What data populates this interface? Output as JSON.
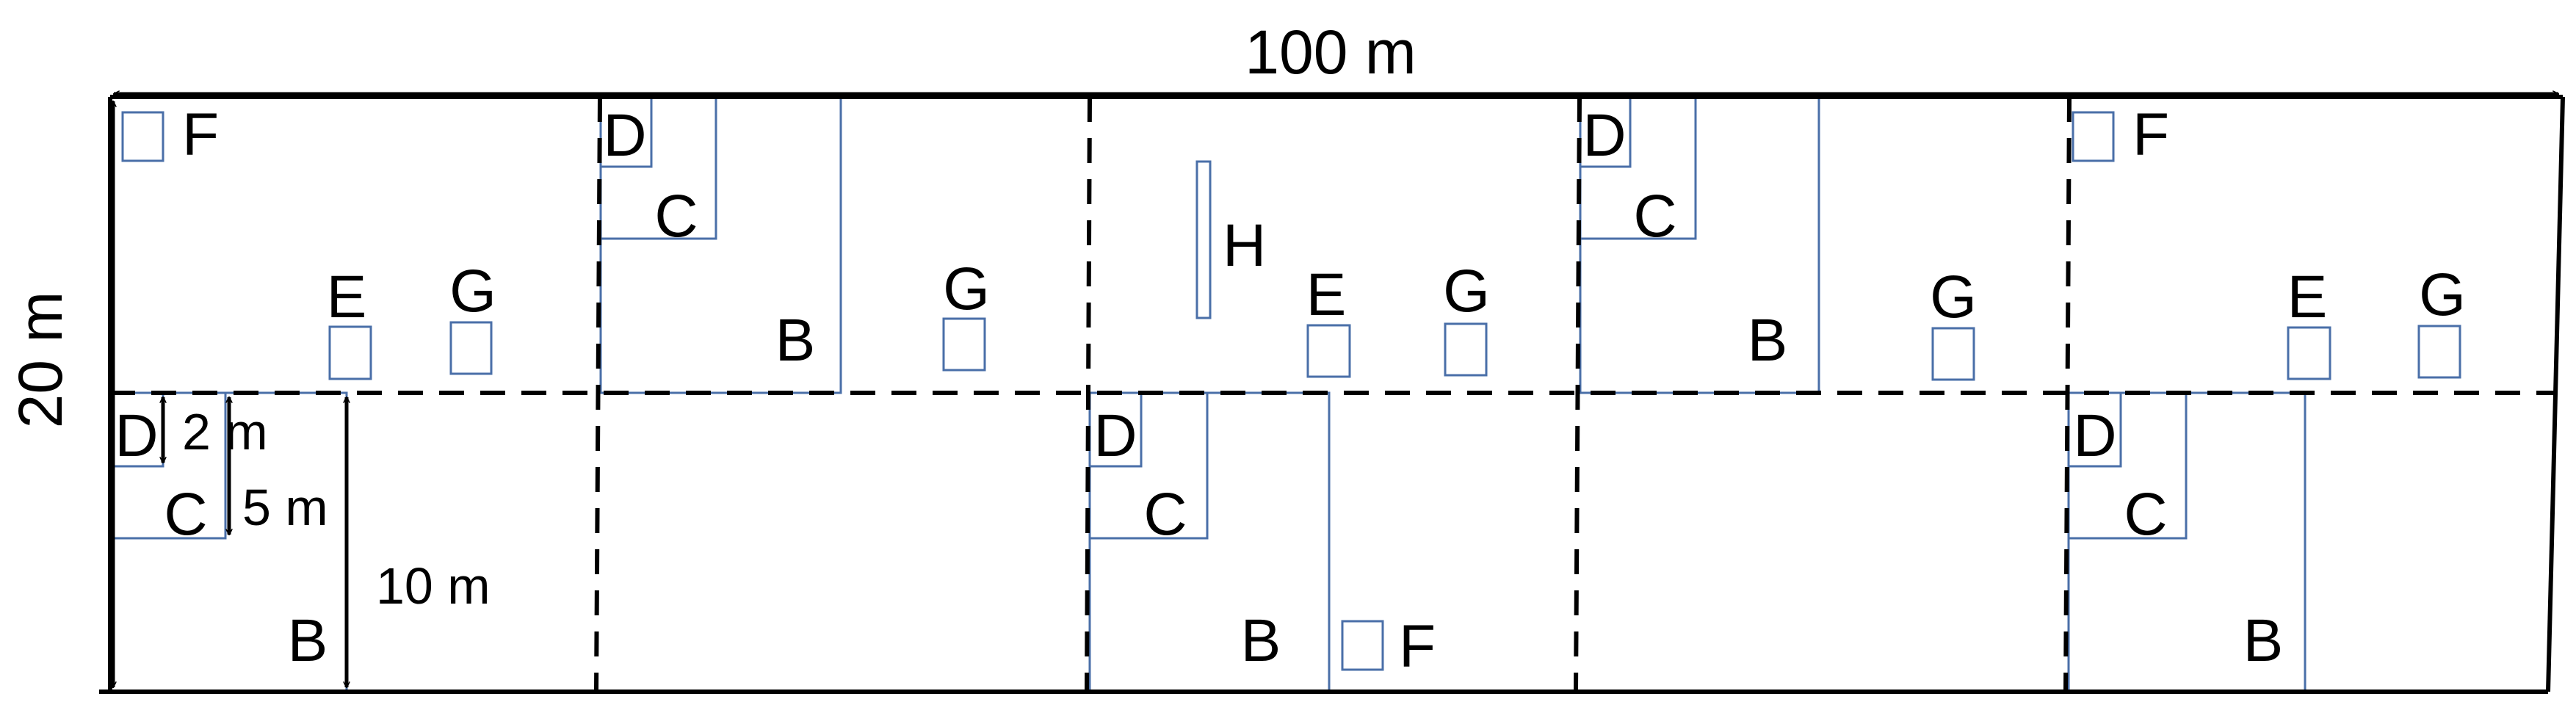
{
  "colors": {
    "line": "#000000",
    "plot": "#4a6fa8",
    "background": "#ffffff"
  },
  "dimensions": {
    "width_label": "100 m",
    "height_label": "20 m",
    "d_label": "2 m",
    "c_label": "5 m",
    "b_label": "10 m"
  },
  "letters": {
    "b": "B",
    "c": "C",
    "d": "D",
    "e": "E",
    "f": "F",
    "g": "G",
    "h": "H"
  }
}
